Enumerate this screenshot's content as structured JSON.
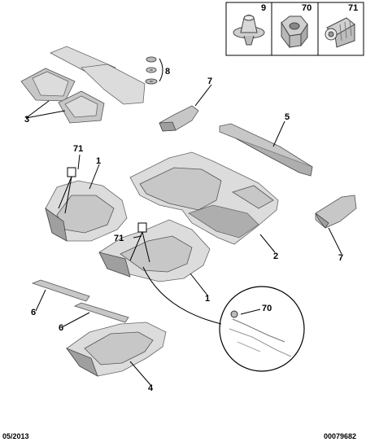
{
  "legend": {
    "items": [
      {
        "ref": "9",
        "icon": "push-clip-icon"
      },
      {
        "ref": "70",
        "icon": "hex-nut-icon"
      },
      {
        "ref": "71",
        "icon": "threaded-fastener-icon"
      }
    ]
  },
  "callouts": {
    "c1a": "1",
    "c1b": "1",
    "c2": "2",
    "c3": "3",
    "c4": "4",
    "c5": "5",
    "c6a": "6",
    "c6b": "6",
    "c7a": "7",
    "c7b": "7",
    "c8": "8",
    "c70": "70",
    "c71a": "71",
    "c71b": "71"
  },
  "footer": {
    "date": "05/2013",
    "ref": "00079682"
  }
}
